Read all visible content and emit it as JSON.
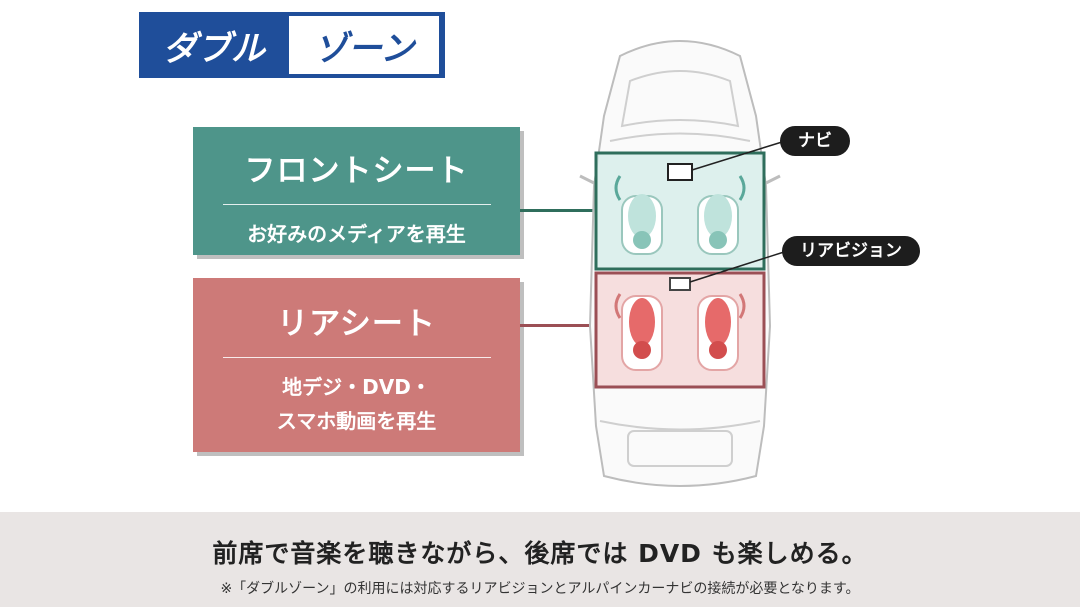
{
  "logo": {
    "part1": "ダブル",
    "part2": "ゾーン"
  },
  "front_panel": {
    "title": "フロントシート",
    "subtitle": "お好みのメディアを再生"
  },
  "rear_panel": {
    "title": "リアシート",
    "subtitle_line1": "地デジ・DVD・",
    "subtitle_line2": "スマホ動画を再生"
  },
  "tags": {
    "navi": "ナビ",
    "rear_vision": "リアビジョン"
  },
  "footer": {
    "main": "前席で音楽を聴きながら、後席では DVD も楽しめる。",
    "note": "※「ダブルゾーン」の利用には対応するリアビジョンとアルパインカーナビの接続が必要となります。"
  },
  "colors": {
    "logo_blue": "#1f4e9a",
    "front_teal": "#4e958a",
    "rear_red": "#cd7a78",
    "tag_black": "#1d1d1d",
    "footer_bg": "#e9e5e4"
  }
}
